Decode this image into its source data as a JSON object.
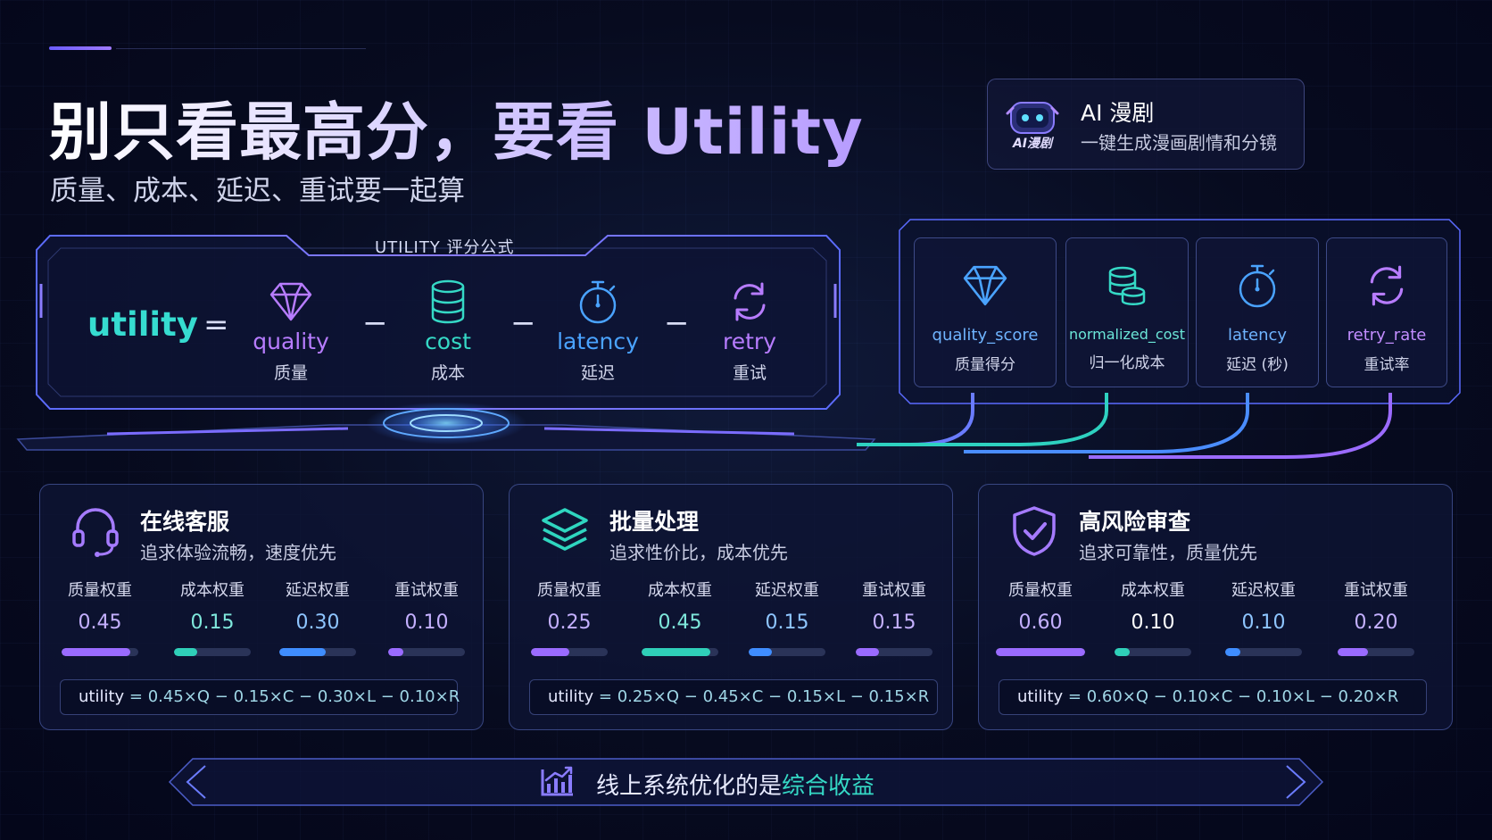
{
  "header": {
    "title": "别只看最高分，要看 Utility",
    "subtitle": "质量、成本、延迟、重试要一起算"
  },
  "brand": {
    "logo_text": "AI漫剧",
    "name": "AI 漫剧",
    "description": "一键生成漫画剧情和分镜"
  },
  "formula": {
    "tag": "UTILITY 评分公式",
    "lhs": "utility",
    "equals": "=",
    "minus": "−",
    "terms": [
      {
        "en": "quality",
        "zh": "质量",
        "icon": "diamond-icon",
        "color": "#b77cff"
      },
      {
        "en": "cost",
        "zh": "成本",
        "icon": "database-icon",
        "color": "#35d9c6"
      },
      {
        "en": "latency",
        "zh": "延迟",
        "icon": "stopwatch-icon",
        "color": "#4aa3ff"
      },
      {
        "en": "retry",
        "zh": "重试",
        "icon": "refresh-icon",
        "color": "#b77cff"
      }
    ]
  },
  "metrics": [
    {
      "en": "quality_score",
      "zh": "质量得分",
      "icon": "diamond-icon",
      "color": "#4aa3ff"
    },
    {
      "en": "normalized_cost",
      "zh": "归一化成本",
      "icon": "coins-icon",
      "color": "#35d9c6"
    },
    {
      "en": "latency",
      "zh": "延迟 (秒)",
      "icon": "stopwatch-icon",
      "color": "#4aa3ff"
    },
    {
      "en": "retry_rate",
      "zh": "重试率",
      "icon": "refresh-icon",
      "color": "#b77cff"
    }
  ],
  "scenarios": [
    {
      "title": "在线客服",
      "subtitle": "追求体验流畅，速度优先",
      "icon": "headset-icon",
      "weights": [
        {
          "label": "质量权重",
          "value": "0.45",
          "fraction": 0.45,
          "color": "#9a6bff"
        },
        {
          "label": "成本权重",
          "value": "0.15",
          "fraction": 0.15,
          "color": "#2fcfb8"
        },
        {
          "label": "延迟权重",
          "value": "0.30",
          "fraction": 0.3,
          "color": "#3f8dff"
        },
        {
          "label": "重试权重",
          "value": "0.10",
          "fraction": 0.1,
          "color": "#9a6bff"
        }
      ],
      "formula_lhs": "utility",
      "formula_rhs": "= 0.45×Q − 0.15×C − 0.30×L − 0.10×R"
    },
    {
      "title": "批量处理",
      "subtitle": "追求性价比，成本优先",
      "icon": "layers-icon",
      "weights": [
        {
          "label": "质量权重",
          "value": "0.25",
          "fraction": 0.25,
          "color": "#9a6bff"
        },
        {
          "label": "成本权重",
          "value": "0.45",
          "fraction": 0.45,
          "color": "#2fcfb8"
        },
        {
          "label": "延迟权重",
          "value": "0.15",
          "fraction": 0.15,
          "color": "#3f8dff"
        },
        {
          "label": "重试权重",
          "value": "0.15",
          "fraction": 0.15,
          "color": "#9a6bff"
        }
      ],
      "formula_lhs": "utility",
      "formula_rhs": "= 0.25×Q − 0.45×C − 0.15×L − 0.15×R"
    },
    {
      "title": "高风险审查",
      "subtitle": "追求可靠性，质量优先",
      "icon": "shield-check-icon",
      "weights": [
        {
          "label": "质量权重",
          "value": "0.60",
          "fraction": 0.6,
          "color": "#9a6bff"
        },
        {
          "label": "成本权重",
          "value": "0.10",
          "fraction": 0.1,
          "color": "#2fcfb8"
        },
        {
          "label": "延迟权重",
          "value": "0.10",
          "fraction": 0.1,
          "color": "#3f8dff"
        },
        {
          "label": "重试权重",
          "value": "0.20",
          "fraction": 0.2,
          "color": "#9a6bff"
        }
      ],
      "formula_lhs": "utility",
      "formula_rhs": "= 0.60×Q − 0.10×C − 0.10×L − 0.20×R"
    }
  ],
  "footer": {
    "text": "线上系统优化的是",
    "highlight": "综合收益",
    "icon": "chart-up-icon"
  }
}
